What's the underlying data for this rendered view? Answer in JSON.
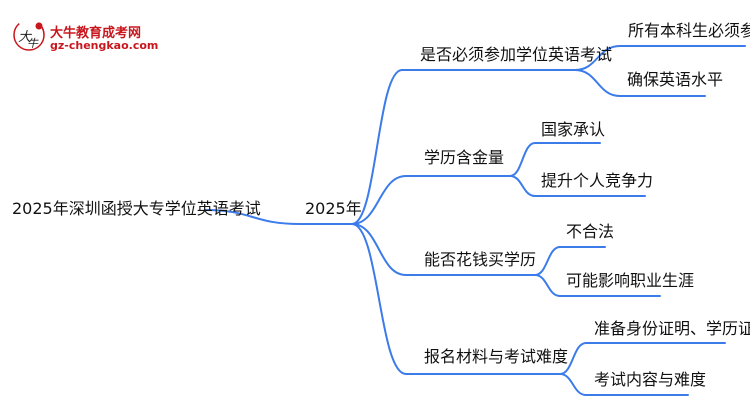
{
  "logo": {
    "name": "大牛教育成考网",
    "url": "gz-chengkao.com",
    "mark_text": "大牛"
  },
  "mindmap": {
    "root": "2025年深圳函授大专学位英语考试",
    "center": "2025年",
    "branches": [
      {
        "label": "是否必须参加学位英语考试",
        "children": [
          "所有本科生必须参加",
          "确保英语水平"
        ]
      },
      {
        "label": "学历含金量",
        "children": [
          "国家承认",
          "提升个人竞争力"
        ]
      },
      {
        "label": "能否花钱买学历",
        "children": [
          "不合法",
          "可能影响职业生涯"
        ]
      },
      {
        "label": "报名材料与考试难度",
        "children": [
          "准备身份证明、学历证明",
          "考试内容与难度"
        ]
      }
    ]
  },
  "colors": {
    "line": "#3b7bea",
    "logo_red": "#c8161d"
  }
}
